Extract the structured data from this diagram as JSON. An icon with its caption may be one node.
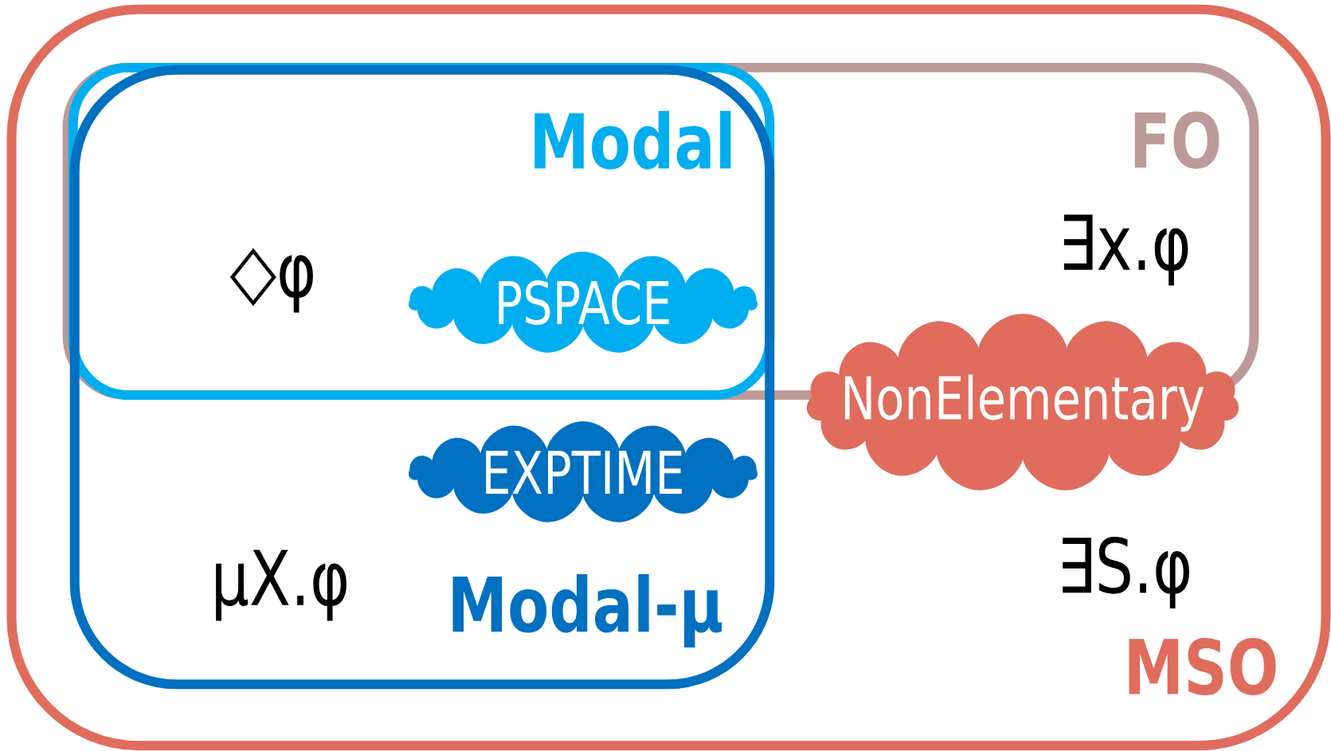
{
  "diagram": {
    "nodes": [
      {
        "text": [
          "MSO"
        ]
      },
      {
        "text": [
          "FO"
        ],
        "in": 0
      },
      {
        "text": [
          "Modal"
        ]
      },
      {
        "text": [
          "PSPACE"
        ],
        "in": 2
      },
      {
        "text": [
          "Modal-μ"
        ],
        "in": 0
      },
      {
        "text": [
          "EXPTIME"
        ],
        "in": 4
      },
      {
        "text": [
          "NonElementary"
        ],
        "in": 0
      }
    ],
    "edges": [],
    "labels": [
      "◇φ",
      "∃x.φ",
      "μX.φ",
      "∃S.φ"
    ]
  }
}
